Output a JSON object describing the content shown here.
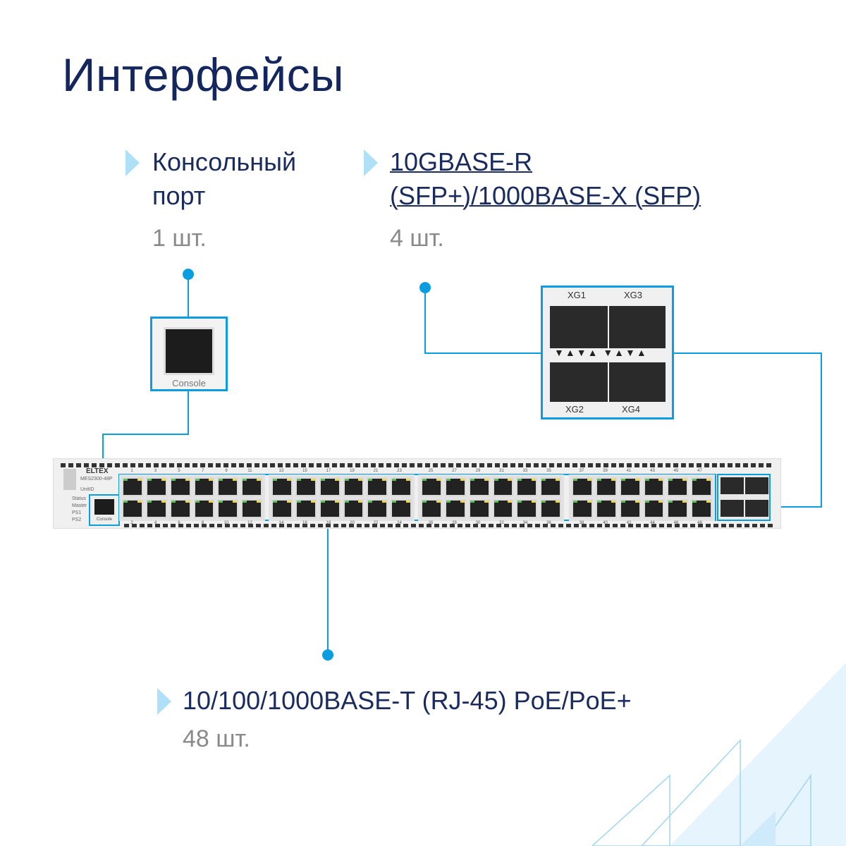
{
  "title": "Интерфейсы",
  "console": {
    "label_line1": "Консольный",
    "label_line2": "порт",
    "count": "1 шт.",
    "port_label": "Console"
  },
  "sfp": {
    "label_line1": "10GBASE-R",
    "label_line2": "(SFP+)/1000BASE-X (SFP)",
    "count": "4 шт.",
    "ports": [
      "XG1",
      "XG3",
      "XG2",
      "XG4"
    ]
  },
  "rj45": {
    "label": "10/100/1000BASE-T (RJ-45) PoE/PoE+",
    "count": "48 шт."
  },
  "device": {
    "brand": "ELTEX",
    "model": "MES2300-48P",
    "unit_id": "UnitID",
    "leds": [
      "Status",
      "Master",
      "PS1",
      "PS2"
    ]
  },
  "ports": {
    "top": [
      "1",
      "3",
      "5",
      "7",
      "9",
      "11",
      "13",
      "15",
      "17",
      "19",
      "21",
      "23",
      "25",
      "27",
      "29",
      "31",
      "33",
      "35",
      "37",
      "39",
      "41",
      "43",
      "45",
      "47"
    ],
    "bottom": [
      "2",
      "4",
      "6",
      "8",
      "10",
      "12",
      "14",
      "16",
      "18",
      "20",
      "22",
      "24",
      "26",
      "28",
      "30",
      "32",
      "34",
      "36",
      "38",
      "40",
      "42",
      "44",
      "46",
      "48"
    ]
  },
  "colors": {
    "accent": "#0a9ee0",
    "title": "#13275e",
    "muted": "#8a8a8a"
  }
}
